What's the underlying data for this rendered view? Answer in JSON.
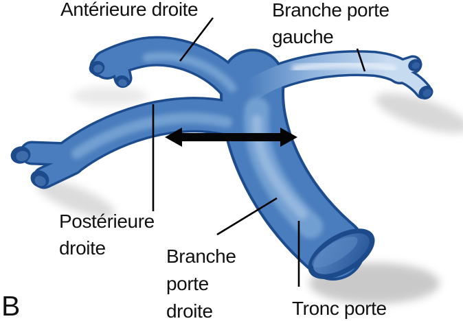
{
  "panel": {
    "letter": "B"
  },
  "labels": {
    "anterior_right": "Antérieure droite",
    "left_portal_branch": "Branche porte\ngauche",
    "posterior_right": "Postérieure\ndroite",
    "right_portal_branch": "Branche\nporte\ndroite",
    "portal_trunk": "Tronc porte"
  },
  "icons": {
    "double_arrow": "horizontal double-headed arrow across the portal trunk"
  },
  "colors": {
    "background": "#ffffff",
    "label-text": "#111111",
    "leader-line": "#000000",
    "arrow": "#050505",
    "vessel-fill": "#4a7dbd",
    "vessel-outline": "#1d4c8e",
    "vessel-highlight": "#7aa6d6",
    "vessel-highlight-bright": "#9cbde2",
    "left-branch-pale": "#c6daf0",
    "lumen-rim": "#1d4a8a",
    "lumen-fill": "#3e6cab",
    "shadow-gray": "#8a8a8a"
  }
}
